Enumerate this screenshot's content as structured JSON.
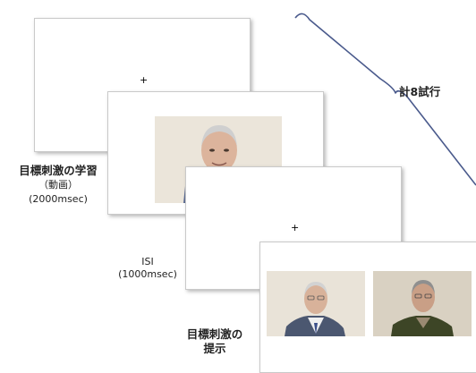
{
  "panels": {
    "learning": {
      "fixation": "+"
    },
    "isi": {
      "fixation": "+"
    }
  },
  "labels": {
    "learning_title": "目標刺激の学習",
    "learning_sub": "（動画）",
    "learning_time": "(2000msec)",
    "isi_title": "ISI",
    "isi_time": "(1000msec)",
    "presentation_line1": "目標刺激の",
    "presentation_line2": "提示",
    "total_trials": "計8試行"
  },
  "colors": {
    "brace": "#4a5a8c",
    "photo_bg_left": "#e9e3d8",
    "photo_bg_right": "#d9d1c2",
    "jacket_blue": "#5b6c94",
    "jacket_olive": "#3d4526"
  },
  "icons": {
    "brace": "curly-brace-icon",
    "face_photo": "person-photo"
  }
}
